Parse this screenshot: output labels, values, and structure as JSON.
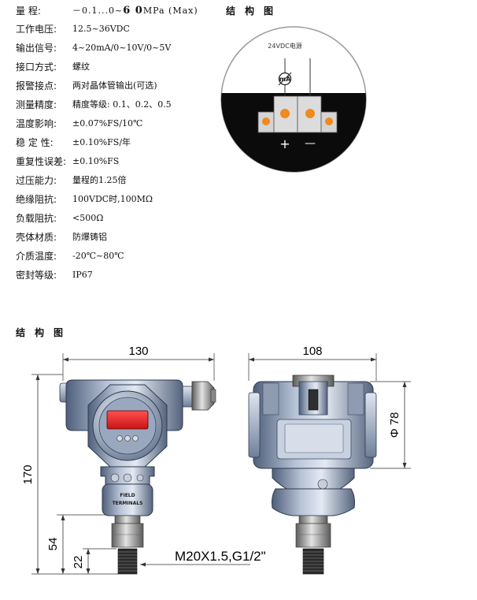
{
  "range": {
    "label": "量    程:",
    "value_pre": "－0.1...0~",
    "value_big": "6 0",
    "value_post": "MPa  (Max)"
  },
  "specs": [
    {
      "label": "工作电压:",
      "value": "12.5~36VDC"
    },
    {
      "label": "输出信号:",
      "value": "4~20mA/0~10V/0~5V"
    },
    {
      "label": "接口方式:",
      "value": "螺纹"
    },
    {
      "label": "报警接点:",
      "value": "两对晶体管输出(可选)"
    },
    {
      "label": "测量精度:",
      "value": "精度等级: 0.1、0.2、0.5"
    },
    {
      "label": "温度影响:",
      "value": "±0.07%FS/10℃"
    },
    {
      "label": "稳 定 性:",
      "value": "±0.10%FS/年"
    },
    {
      "label": "重复性误差:",
      "value": "±0.10%FS"
    },
    {
      "label": "过压能力:",
      "value": "量程的1.25倍"
    },
    {
      "label": "绝缘阻抗:",
      "value": "100VDC时,100MΩ"
    },
    {
      "label": "负载阻抗:",
      "value": "<500Ω"
    },
    {
      "label": "壳体材质:",
      "value": "防爆铸铝"
    },
    {
      "label": "介质温度:",
      "value": "-20℃~80℃"
    },
    {
      "label": "密封等级:",
      "value": "IP67"
    }
  ],
  "wiring": {
    "heading": "结构图",
    "supply_label": "24VDC电源",
    "plus": "+",
    "minus": "—"
  },
  "drawing": {
    "heading": "结构图",
    "dim_width_front": "130",
    "dim_width_side": "108",
    "dim_height": "170",
    "dim_lower": "54",
    "dim_thread": "22",
    "dim_diameter": "Φ 78",
    "thread_spec": "M20X1.5,G1/2\"",
    "terminal_text_1": "FIELD",
    "terminal_text_2": "TERMINALS"
  }
}
